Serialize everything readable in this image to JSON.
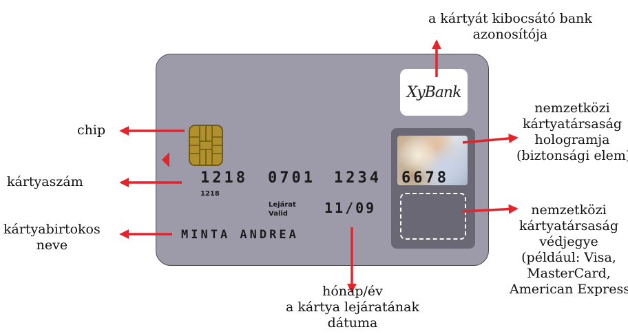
{
  "card": {
    "bank_logo": "XyBank",
    "number_groups": [
      "1218",
      "0701",
      "1234",
      "6678"
    ],
    "number_small": "1218",
    "expiry_label_line1": "Lejárat",
    "expiry_label_line2": "Valid",
    "expiry_date": "11/09",
    "holder_name": "MINTA ANDREA"
  },
  "annotations": {
    "issuer_id": [
      "a kártyát kibocsátó bank",
      "azonosítója"
    ],
    "chip": [
      "chip"
    ],
    "hologram": [
      "nemzetközi",
      "kártyatársaság",
      "hologramja",
      "(biztonsági elem)"
    ],
    "card_number": [
      "kártyaszám"
    ],
    "trademark": [
      "nemzetközi",
      "kártyatársaság",
      "védjegye",
      "(például: Visa,",
      "MasterCard,",
      "American Express)"
    ],
    "holder": [
      "kártyabirtokos",
      "neve"
    ],
    "expiry": [
      "hónap/év",
      "a kártya lejáratának",
      "dátuma"
    ]
  },
  "colors": {
    "card_body": "#9d9aaa",
    "arrow": "#e3242b",
    "chip": "#b0912e",
    "panel": "#6b6876"
  }
}
